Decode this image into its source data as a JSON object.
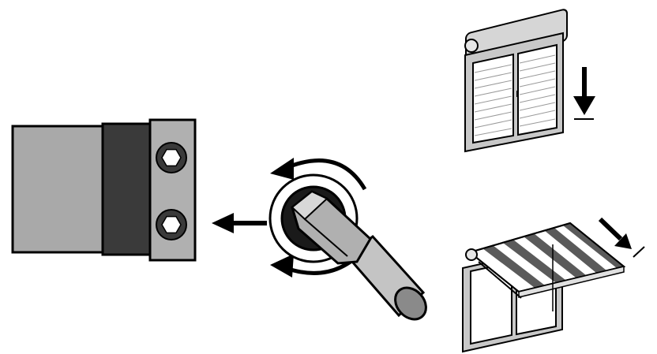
{
  "figure": {
    "panels": [
      "motor-head",
      "hex-key-tool",
      "roller-shutter-window",
      "awning"
    ],
    "icons": [
      "hex-socket-icon",
      "arrow-left-icon",
      "rotate-arrow-icon",
      "arrow-down-icon",
      "arrow-diagonal-icon"
    ],
    "colors": {
      "stroke": "#000000",
      "background": "#ffffff",
      "motor_body": "#a9a9a9",
      "motor_band": "#3a3a3a",
      "plate": "#b0b0b0",
      "frame": "#c8c8c8",
      "stripe_dark": "#5a5a5a"
    }
  }
}
